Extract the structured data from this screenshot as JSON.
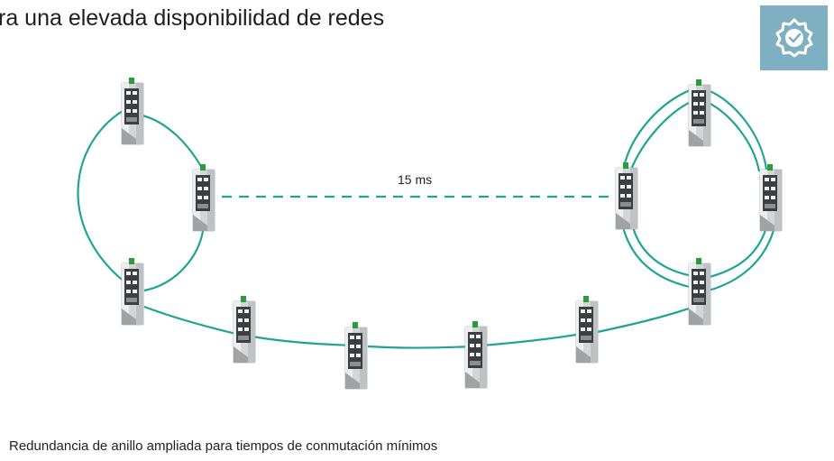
{
  "title": "ra una elevada disponibilidad de redes",
  "latency_label": "15 ms",
  "caption": "Redundancia de anillo ampliada para tiempos de conmutación mínimos",
  "colors": {
    "cable": "#1fa493",
    "badge": "#7fb0c1",
    "switch_body": "#d3d5d6",
    "switch_front": "#3c3f42",
    "switch_led": "#2a9d3a"
  },
  "badge_icon": "check-gear-icon"
}
